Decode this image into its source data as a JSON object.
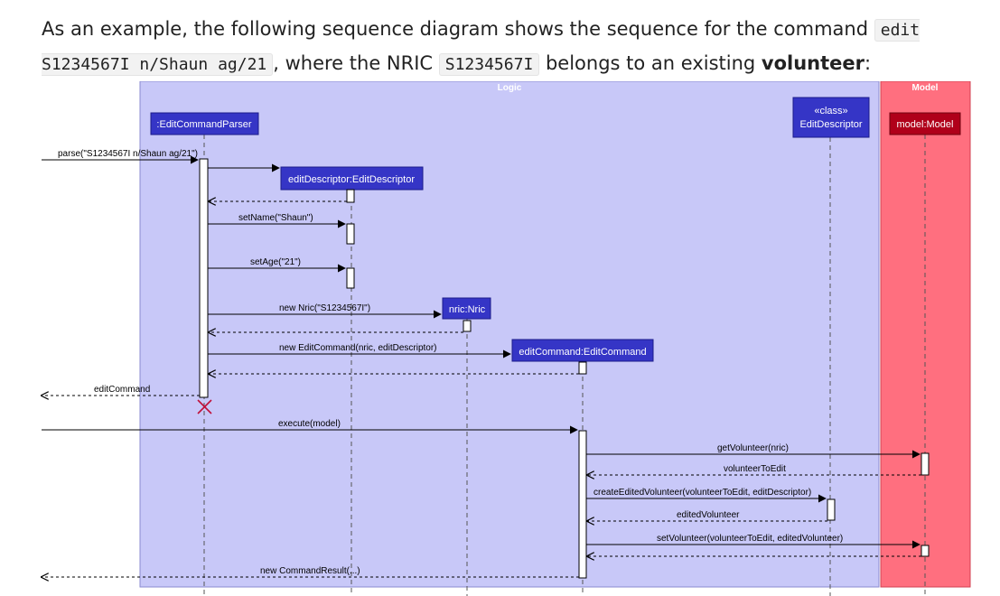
{
  "intro": {
    "t1": "As an example, the following sequence diagram shows the sequence for the command ",
    "code1": "edit S1234567I n/Shaun ag/21",
    "t2": ", where the NRIC ",
    "code2": "S1234567I",
    "t3": " belongs to an existing ",
    "bold": "volunteer",
    "t4": ":"
  },
  "diagram": {
    "colors": {
      "logic_bg": "#c8c8f8",
      "model_bg": "#ff6f7f",
      "logic_box": "#3535c6",
      "model_box": "#b0001a",
      "destroy": "#c0103a"
    },
    "packages": {
      "logic": "Logic",
      "model": "Model"
    },
    "participants": {
      "parser": ":EditCommandParser",
      "class_stereo": "«class»",
      "class_name": "EditDescriptor",
      "model": "model:Model",
      "edit_descriptor": "editDescriptor:EditDescriptor",
      "nric": "nric:Nric",
      "edit_command": "editCommand:EditCommand"
    },
    "messages": {
      "parse": "parse(\"S1234567I n/Shaun ag/21\")",
      "set_name": "setName(\"Shaun\")",
      "set_age": "setAge(\"21\")",
      "new_nric": "new Nric(\"S1234567I\")",
      "new_edit_command": "new EditCommand(nric, editDescriptor)",
      "return_edit_command": "editCommand",
      "execute": "execute(model)",
      "get_volunteer": "getVolunteer(nric)",
      "volunteer_to_edit": "volunteerToEdit",
      "create_edited": "createEditedVolunteer(volunteerToEdit, editDescriptor)",
      "edited_volunteer": "editedVolunteer",
      "set_volunteer": "setVolunteer(volunteerToEdit, editedVolunteer)",
      "new_command_result": "new CommandResult(...)"
    }
  }
}
